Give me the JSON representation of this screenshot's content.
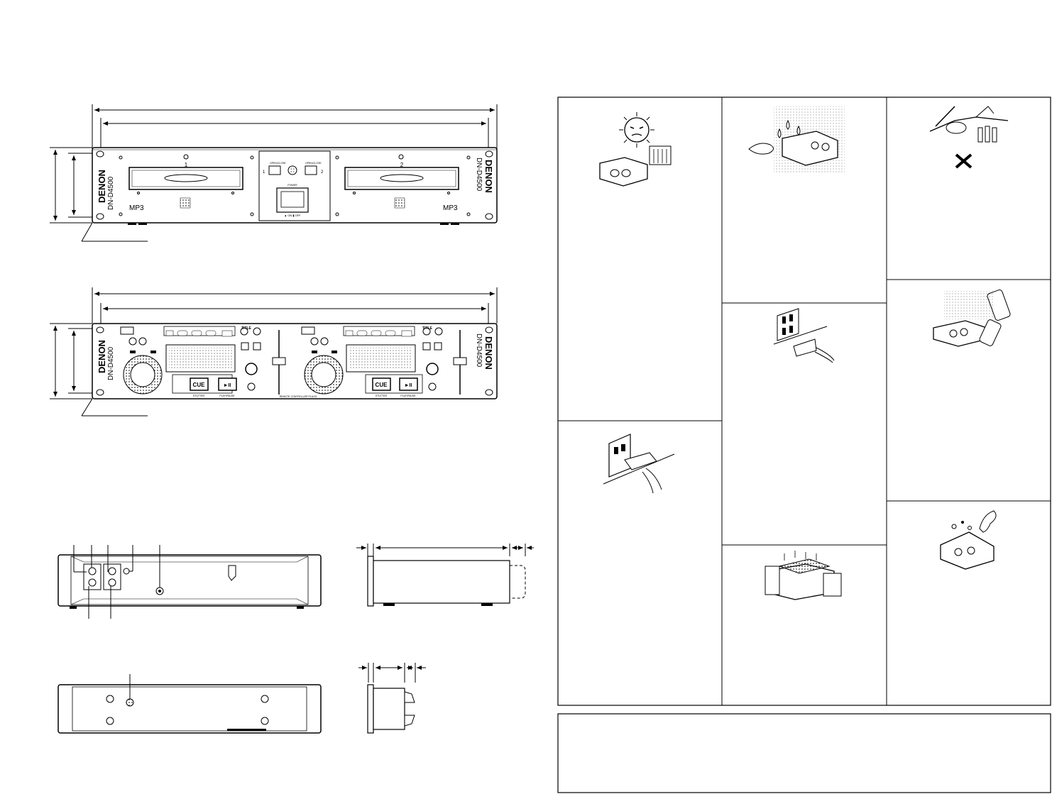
{
  "front_panel": {
    "brand": "DENON",
    "model": "DN-D4500",
    "slot_1_number": "1",
    "slot_2_number": "2",
    "mp3_left": "MP3",
    "mp3_right": "MP3",
    "open_close_left": "OPEN/CLOSE",
    "open_close_right": "OPEN/CLOSE",
    "num_1": "1",
    "num_2": "2",
    "power_label": "POWER",
    "power_on_off": "▲ ON ▮ OFF"
  },
  "controller": {
    "brand": "DENON",
    "model": "DN-D4500",
    "cue_left": "CUE",
    "cue_right": "CUE",
    "play_pause_left": "►II",
    "play_pause_right": "►II",
    "title_left": "TITLE",
    "title_right": "TITLE",
    "stutter_left": "STUTTER",
    "stutter_right": "STUTTER",
    "playmode_left": "PLAY/PAUSE",
    "playmode_right": "PLAY/PAUSE",
    "remote_label": "REMOTE CONTROLLER PLUGS"
  },
  "colors": {
    "ink": "#000000",
    "paper": "#ffffff",
    "panel_grey": "#e8e8e8",
    "dark": "#1a1a1a"
  },
  "icons": [
    "sun-heat-icon",
    "humidity-dust-icon",
    "foreign-objects-icon",
    "spray-icon",
    "power-outlet-icon",
    "unplug-icon",
    "ventilation-icon",
    "dropped-unit-icon",
    "prohibited-x-icon"
  ]
}
